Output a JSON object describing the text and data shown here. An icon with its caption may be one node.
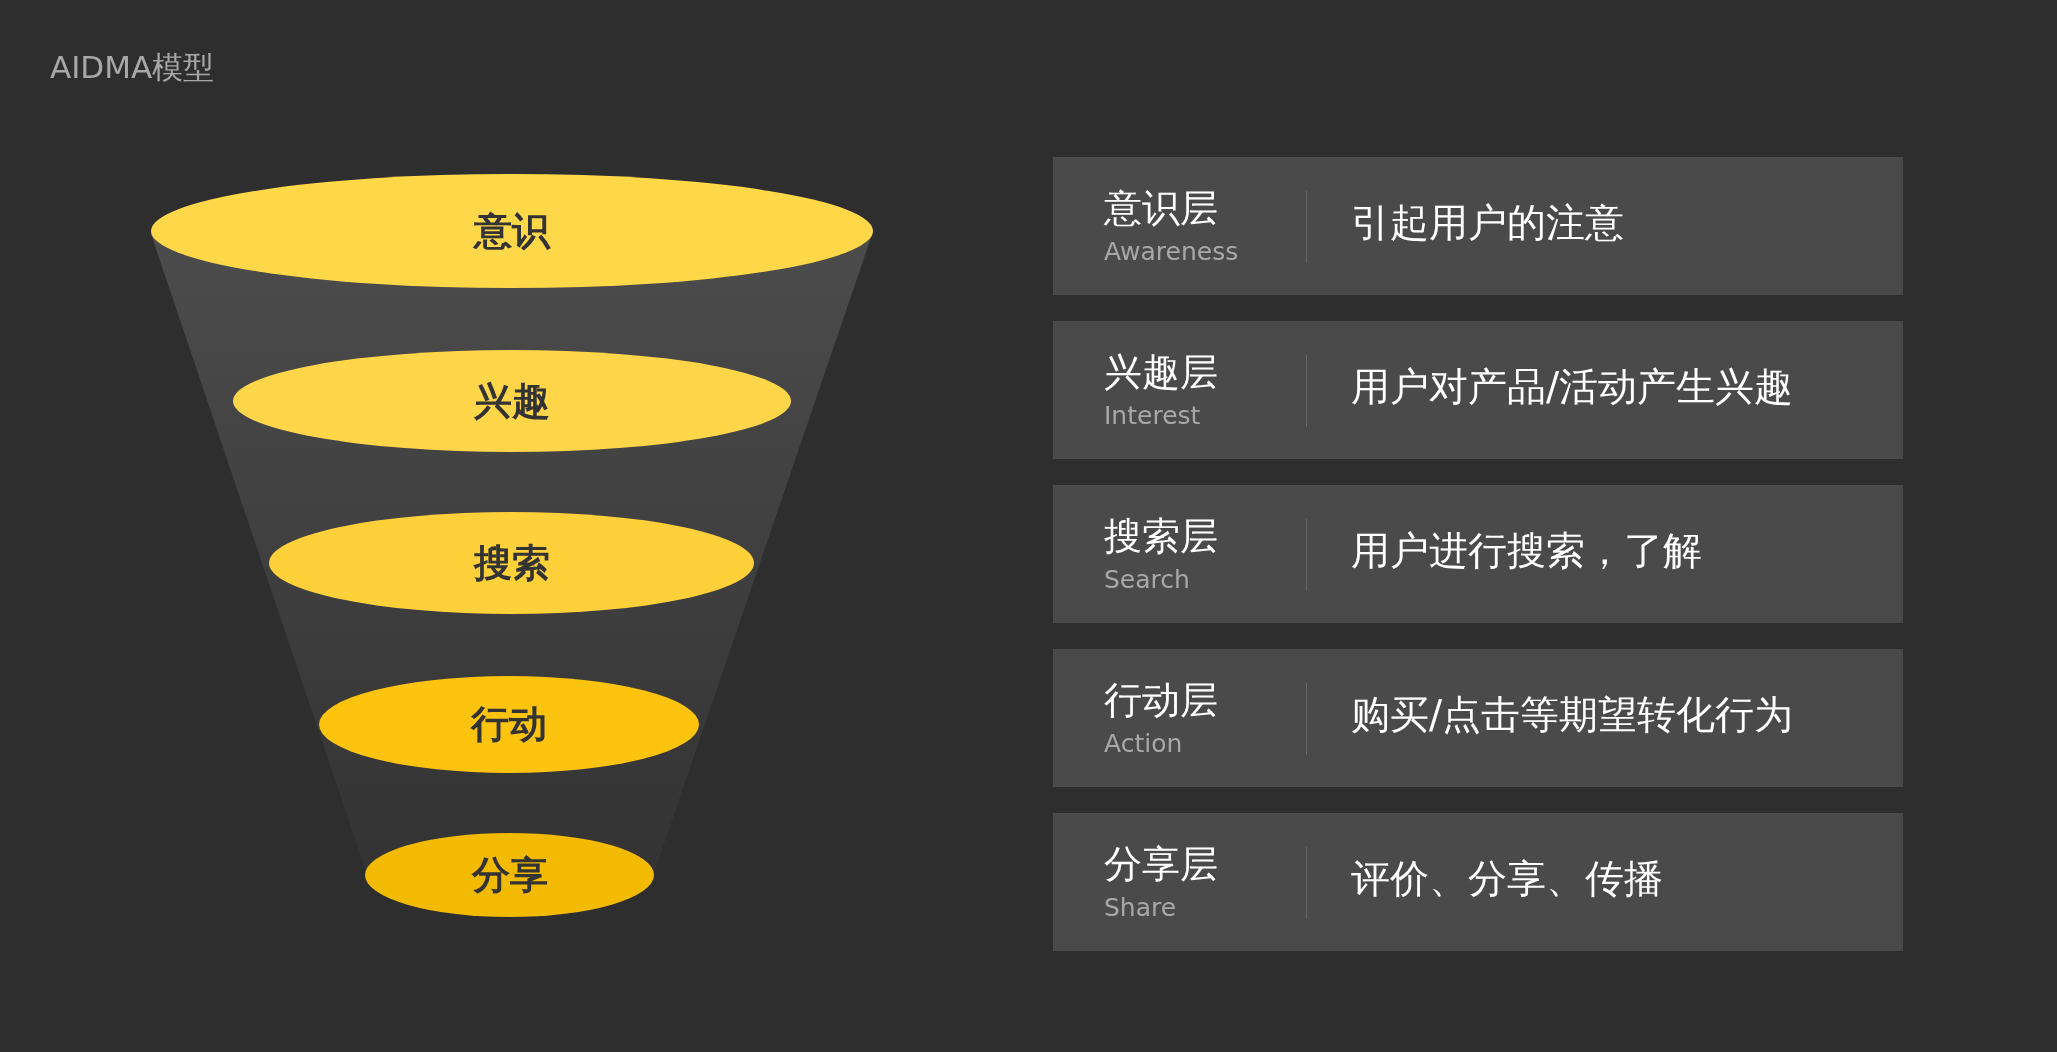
{
  "diagram": {
    "title": "AIDMA模型",
    "nodes": [
      {
        "text": [
          "意识"
        ]
      },
      {
        "text": [
          "兴趣"
        ]
      },
      {
        "text": [
          "搜索"
        ]
      },
      {
        "text": [
          "行动"
        ]
      },
      {
        "text": [
          "分享"
        ]
      },
      {
        "text": [
          "意识层",
          "Awareness",
          "引起用户的注意"
        ]
      },
      {
        "text": [
          "兴趣层",
          "Interest",
          "用户对产品/活动产生兴趣"
        ]
      },
      {
        "text": [
          "搜索层",
          "Search",
          "用户进行搜索，了解"
        ]
      },
      {
        "text": [
          "行动层",
          "Action",
          "购买/点击等期望转化行为"
        ]
      },
      {
        "text": [
          "分享层",
          "Share",
          "评价、分享、传播"
        ]
      }
    ],
    "edges": []
  }
}
